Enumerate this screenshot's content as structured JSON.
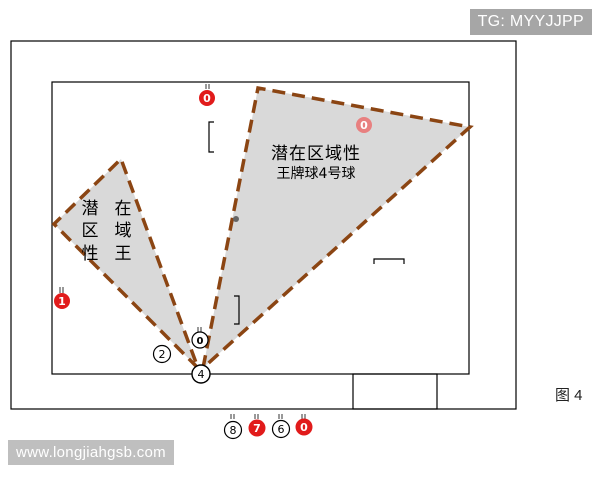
{
  "watermark_top": "TG: MYYJJPP",
  "watermark_bottom": "www.longjiahgsb.com",
  "figure_label": "图 4",
  "colors": {
    "dash": "#8b4513",
    "zone_fill": "#d9d9d9",
    "red_ball": "#e11b1b",
    "white_ball": "#ffffff",
    "frame": "#000000"
  },
  "zones": {
    "right": {
      "label_line1": "潜在区域性",
      "label_line2": "王牌球4号球"
    },
    "left": {
      "label_col1": [
        "潜",
        "区",
        "性"
      ],
      "label_col2": [
        "在",
        "域",
        "王"
      ]
    }
  },
  "balls": {
    "red_top": "0",
    "red_in_zone": "0",
    "red_left_cushion": "1",
    "cue_lower": "2",
    "target_ball": "4",
    "object_ball": "0",
    "bottom_8": "8",
    "bottom_red_7": "7",
    "bottom_6": "6",
    "bottom_red_0": "0"
  }
}
